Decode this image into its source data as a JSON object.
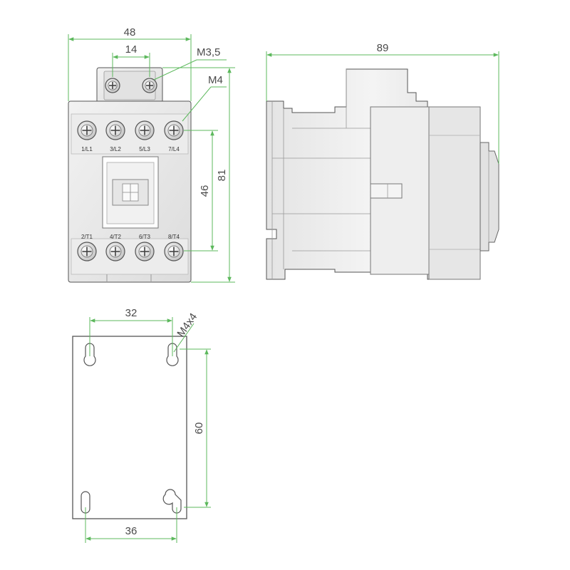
{
  "colors": {
    "dimension_line": "#5cb85c",
    "outline": "#555555",
    "body_fill": "#e9e9e9",
    "body_shade": "#d6d6d6",
    "text": "#4a4a4a"
  },
  "front_view": {
    "width_label": "48",
    "screw_spacing_label": "14",
    "coil_screw_label": "M3,5",
    "terminal_screw_label": "M4",
    "terminal_pitch_label": "46",
    "height_label": "81",
    "top_terminals": [
      "1/L1",
      "3/L2",
      "5/L3",
      "7/L4"
    ],
    "bottom_terminals": [
      "2/T1",
      "4/T2",
      "6/T3",
      "8/T4"
    ]
  },
  "side_view": {
    "depth_label": "89"
  },
  "mounting_view": {
    "top_hole_spacing_label": "32",
    "hole_spec_label": "M4x4",
    "vertical_spacing_label": "60",
    "bottom_hole_spacing_label": "36"
  }
}
